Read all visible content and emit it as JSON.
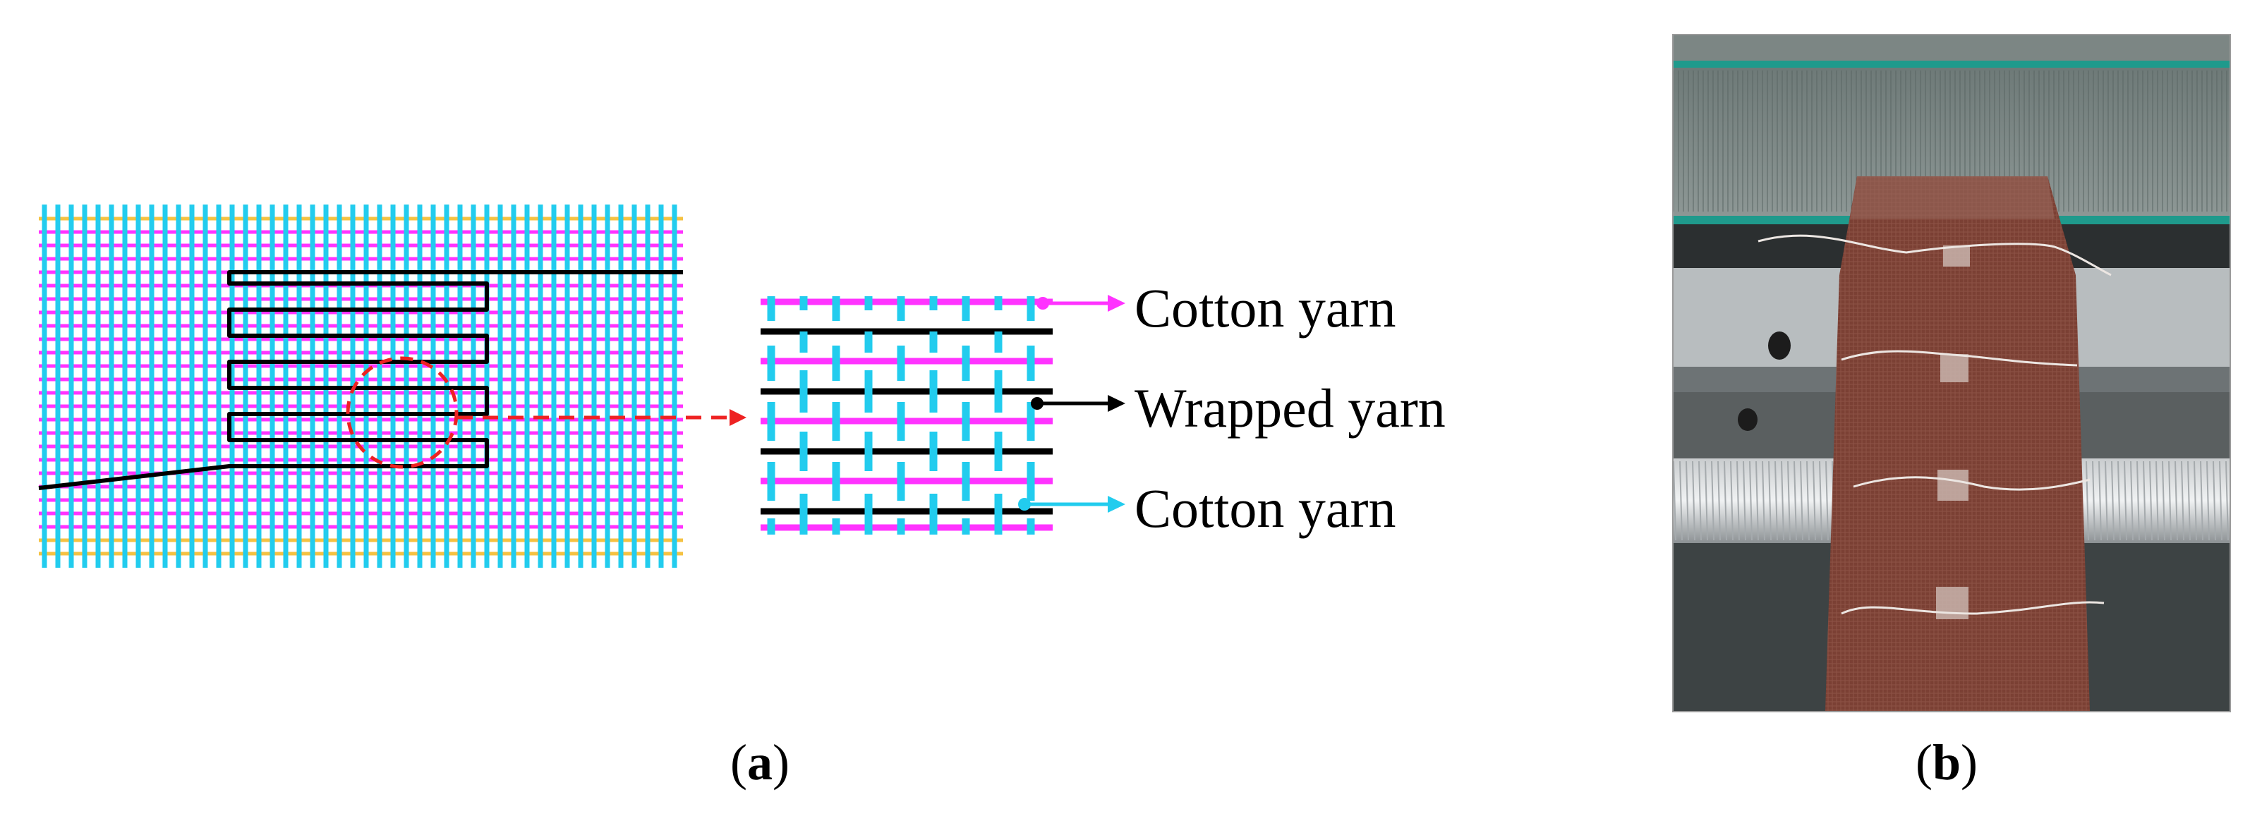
{
  "labels": {
    "top": "Cotton yarn",
    "middle": "Wrapped yarn",
    "bottom": "Cotton yarn"
  },
  "captions": {
    "a_letter": "a",
    "b_letter": "b"
  },
  "colors": {
    "cotton_weft": "#ff33ff",
    "cotton_warp": "#22ccee",
    "wrapped_yarn": "#000000",
    "selvedge_weft": "#f5c242",
    "zoom_marker": "#ee2222",
    "fabric": "#7a3f34"
  }
}
